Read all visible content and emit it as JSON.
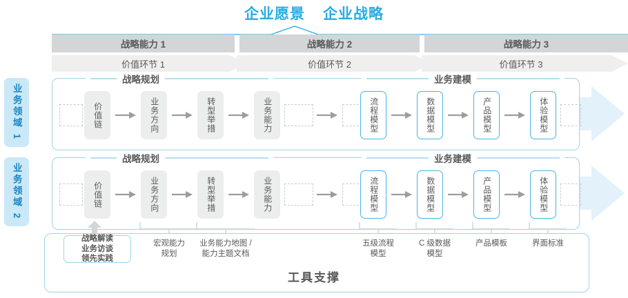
{
  "header": {
    "vision": "企业愿景",
    "strategy": "企业战略"
  },
  "capabilities": [
    {
      "label": "战略能力 1"
    },
    {
      "label": "战略能力 2"
    },
    {
      "label": "战略能力 3"
    }
  ],
  "value_links": [
    {
      "label": "价值环节 1"
    },
    {
      "label": "价值环节 2"
    },
    {
      "label": "价值环节 3"
    }
  ],
  "domains": [
    {
      "label": "业务领域 1"
    },
    {
      "label": "业务领域 2"
    }
  ],
  "sections": {
    "planning": "战略规划",
    "modeling": "业务建模"
  },
  "nodes": {
    "planning": [
      {
        "label": "价值链"
      },
      {
        "label": "业务方向"
      },
      {
        "label": "转型举措"
      },
      {
        "label": "业务能力"
      }
    ],
    "modeling": [
      {
        "label": "流程模型"
      },
      {
        "label": "数据模型"
      },
      {
        "label": "产品模型"
      },
      {
        "label": "体验模型"
      }
    ]
  },
  "tools": {
    "title": "工具支撑",
    "tip": {
      "line1": "战略解读",
      "line2": "业务访谈",
      "line3": "领先实践"
    },
    "labels": [
      {
        "line1": "宏观能力",
        "line2": "规划"
      },
      {
        "line1": "业务能力地图 /",
        "line2": "能力主题文档"
      },
      {
        "line1": "五级流程",
        "line2": "模型"
      },
      {
        "line1": "C 级数据",
        "line2": "模型"
      },
      {
        "line1": "产品模板",
        "line2": ""
      },
      {
        "line1": "界面标准",
        "line2": ""
      }
    ]
  },
  "colors": {
    "accent": "#29abe2",
    "node_blue_border": "#47b3e5",
    "header_dark": "#d3d5d6",
    "header_light": "#efefef",
    "band": "#e8f4fb",
    "text": "#58595b",
    "side_bg": "#cbe8f7",
    "side_text": "#1a87c4"
  }
}
